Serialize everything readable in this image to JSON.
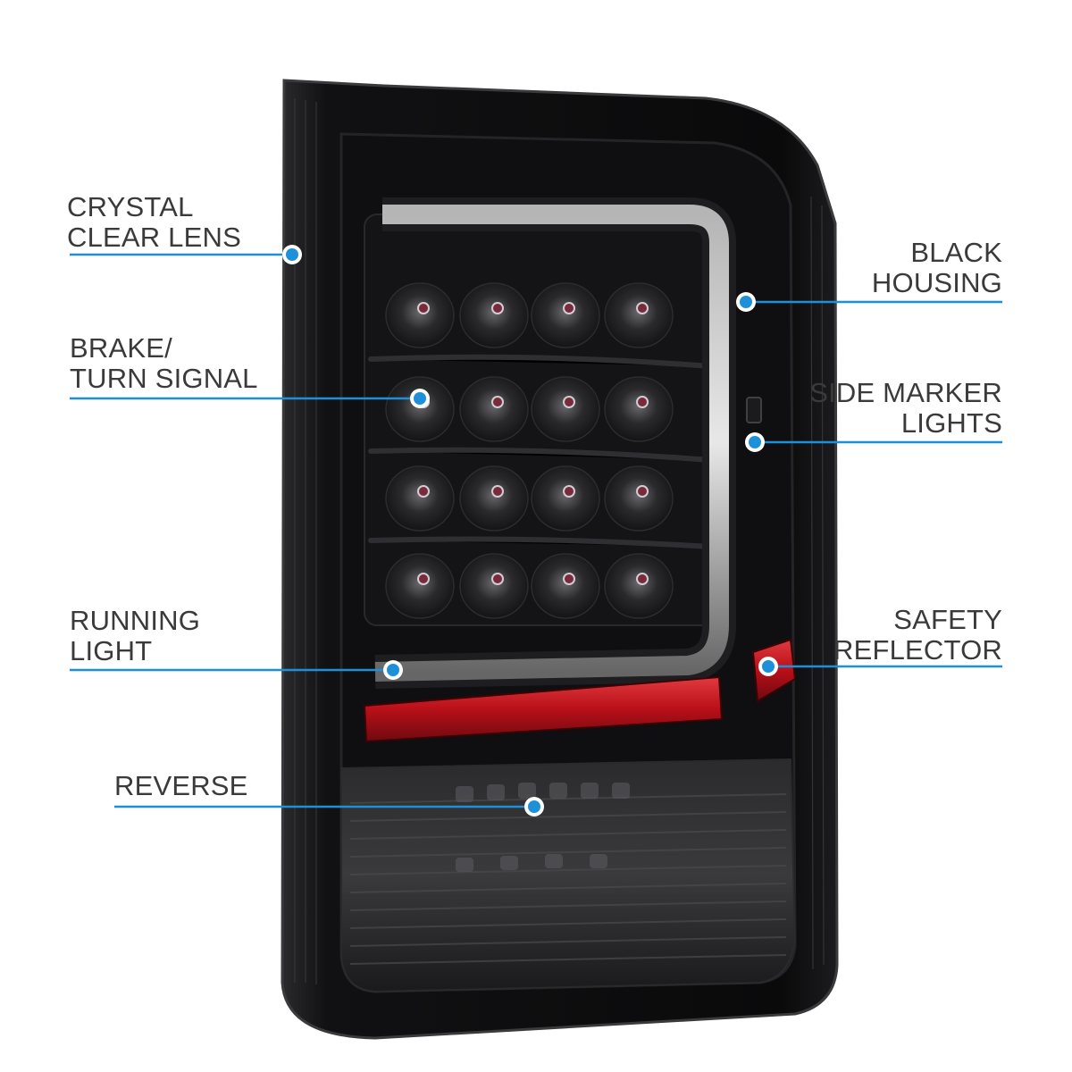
{
  "accent_color": "#1e8fd9",
  "product": {
    "name": "",
    "housing_color": "#0b0b0c",
    "reflector_color": "#c0121b"
  },
  "callouts": [
    {
      "id": "crystal-clear-lens",
      "lines": [
        "CRYSTAL",
        "CLEAR LENS"
      ],
      "side": "left",
      "marker_icon": "blue-dot-icon"
    },
    {
      "id": "brake-turn-signal",
      "lines": [
        "BRAKE/",
        "TURN SIGNAL"
      ],
      "side": "left",
      "marker_icon": "blue-dot-icon"
    },
    {
      "id": "running-light",
      "lines": [
        "RUNNING",
        "LIGHT"
      ],
      "side": "left",
      "marker_icon": "blue-dot-icon"
    },
    {
      "id": "reverse",
      "lines": [
        "REVERSE"
      ],
      "side": "left",
      "marker_icon": "blue-dot-icon"
    },
    {
      "id": "black-housing",
      "lines": [
        "BLACK",
        "HOUSING"
      ],
      "side": "right",
      "marker_icon": "blue-dot-icon"
    },
    {
      "id": "side-marker-lights",
      "lines": [
        "SIDE MARKER",
        "LIGHTS"
      ],
      "side": "right",
      "marker_icon": "blue-dot-icon"
    },
    {
      "id": "safety-reflector",
      "lines": [
        "SAFETY",
        "REFLECTOR"
      ],
      "side": "right",
      "marker_icon": "blue-dot-icon"
    }
  ]
}
